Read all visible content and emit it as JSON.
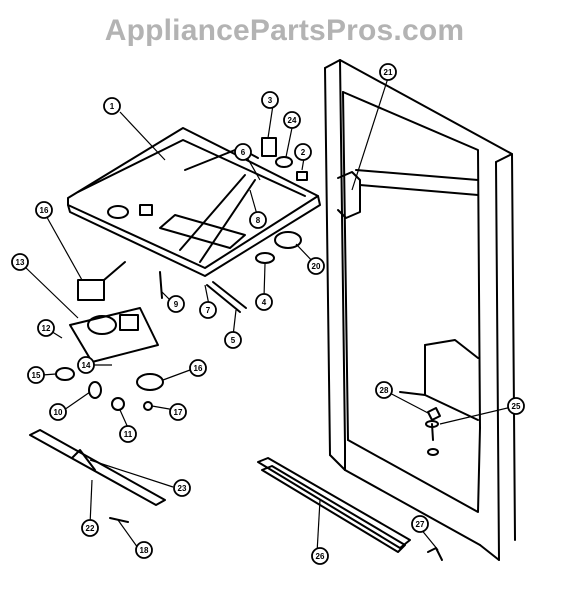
{
  "watermark": "AppliancePartsPros.com",
  "callouts": [
    "1",
    "2",
    "3",
    "4",
    "5",
    "6",
    "7",
    "8",
    "9",
    "10",
    "11",
    "12",
    "13",
    "14",
    "15",
    "16",
    "16",
    "17",
    "18",
    "20",
    "21",
    "22",
    "23",
    "24",
    "25",
    "26",
    "27",
    "28"
  ]
}
